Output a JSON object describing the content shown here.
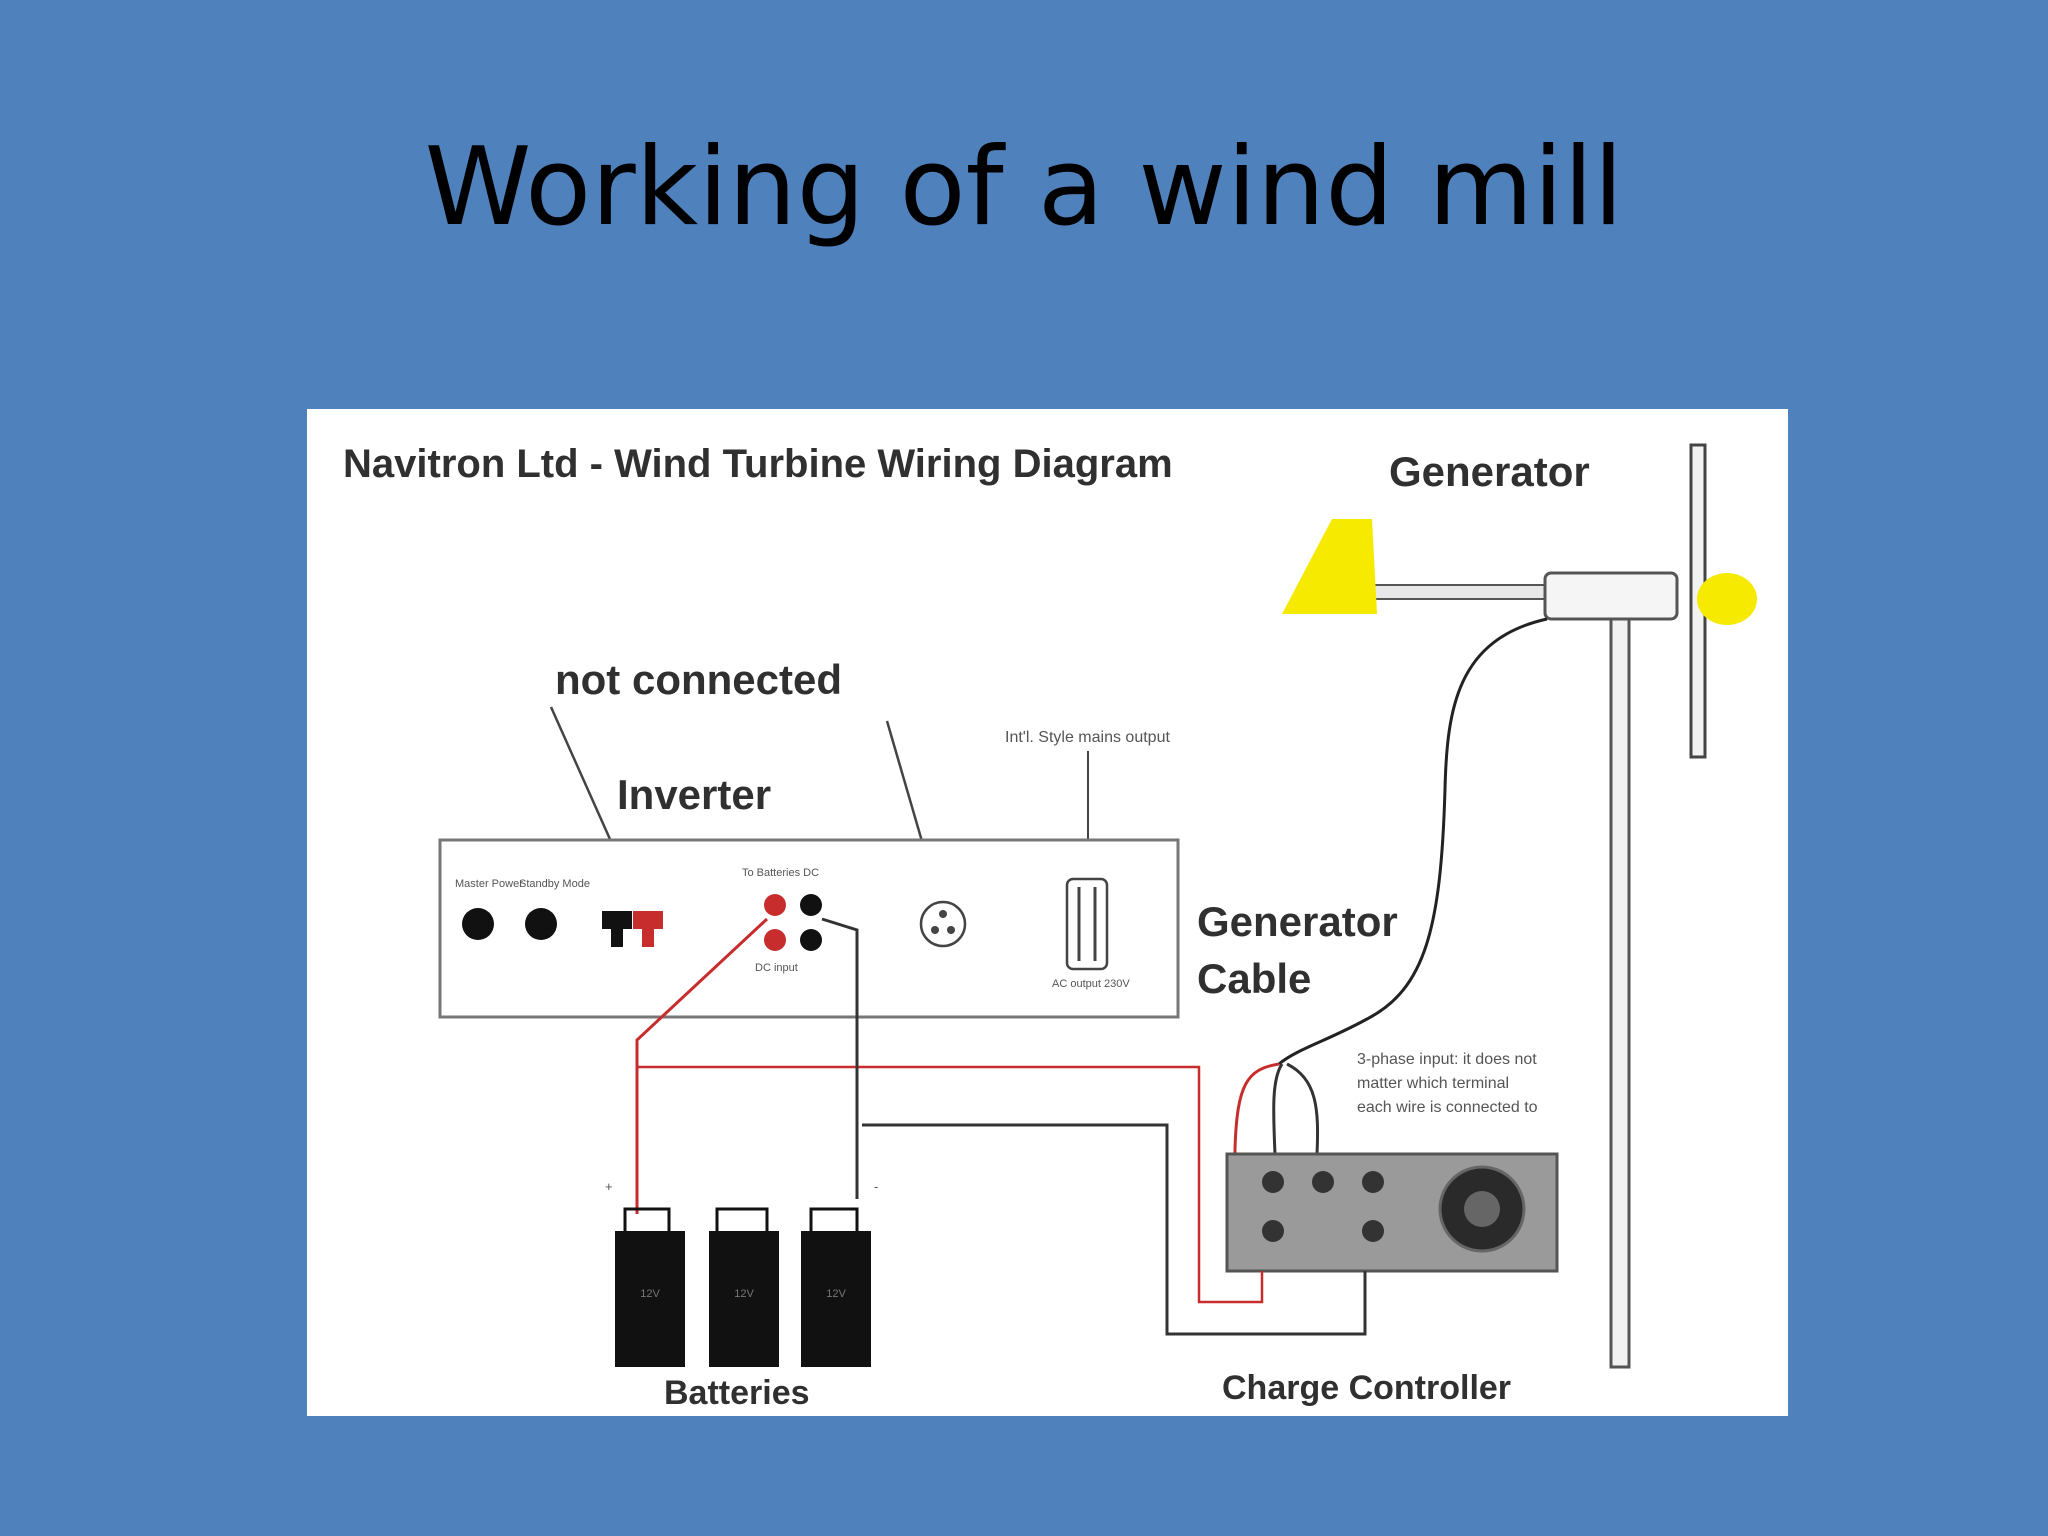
{
  "slide": {
    "title": "Working of a wind mill"
  },
  "diagram": {
    "heading": "Navitron Ltd - Wind Turbine Wiring Diagram",
    "labels": {
      "generator": "Generator",
      "not_connected": "not connected",
      "inverter": "Inverter",
      "generator_cable_line1": "Generator",
      "generator_cable_line2": "Cable",
      "batteries": "Batteries",
      "charge_controller": "Charge Controller"
    },
    "colors": {
      "background": "#4f81bd",
      "turbine_blades": "#f5ea00",
      "positive_wire": "#d42a2a",
      "negative_wire": "#333333"
    }
  }
}
